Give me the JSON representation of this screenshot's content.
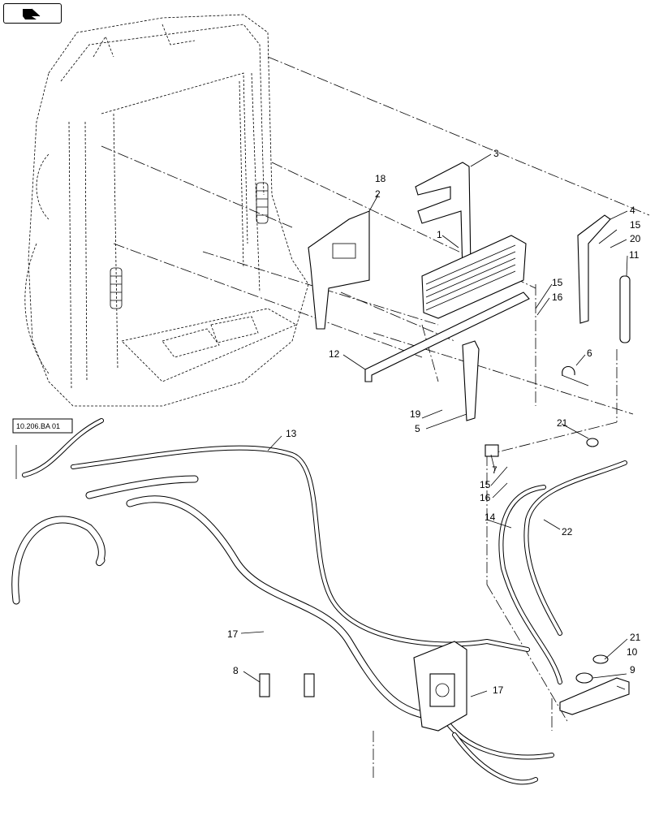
{
  "toolbar": {
    "nav_icon": "page-turn-icon"
  },
  "reference_tag": {
    "label": "10.206.BA 01"
  },
  "callouts": [
    {
      "id": "c1",
      "label": "1"
    },
    {
      "id": "c2",
      "label": "2"
    },
    {
      "id": "c3",
      "label": "3"
    },
    {
      "id": "c4",
      "label": "4"
    },
    {
      "id": "c5",
      "label": "5"
    },
    {
      "id": "c6",
      "label": "6"
    },
    {
      "id": "c7",
      "label": "7"
    },
    {
      "id": "c8",
      "label": "8"
    },
    {
      "id": "c9",
      "label": "9"
    },
    {
      "id": "c10",
      "label": "10"
    },
    {
      "id": "c11",
      "label": "11"
    },
    {
      "id": "c12",
      "label": "12"
    },
    {
      "id": "c13",
      "label": "13"
    },
    {
      "id": "c14",
      "label": "14"
    },
    {
      "id": "c15a",
      "label": "15"
    },
    {
      "id": "c15b",
      "label": "15"
    },
    {
      "id": "c15c",
      "label": "15"
    },
    {
      "id": "c16a",
      "label": "16"
    },
    {
      "id": "c16b",
      "label": "16"
    },
    {
      "id": "c17a",
      "label": "17"
    },
    {
      "id": "c17b",
      "label": "17"
    },
    {
      "id": "c18",
      "label": "18"
    },
    {
      "id": "c19",
      "label": "19"
    },
    {
      "id": "c20",
      "label": "20"
    },
    {
      "id": "c21a",
      "label": "21"
    },
    {
      "id": "c21b",
      "label": "21"
    },
    {
      "id": "c22",
      "label": "22"
    }
  ]
}
